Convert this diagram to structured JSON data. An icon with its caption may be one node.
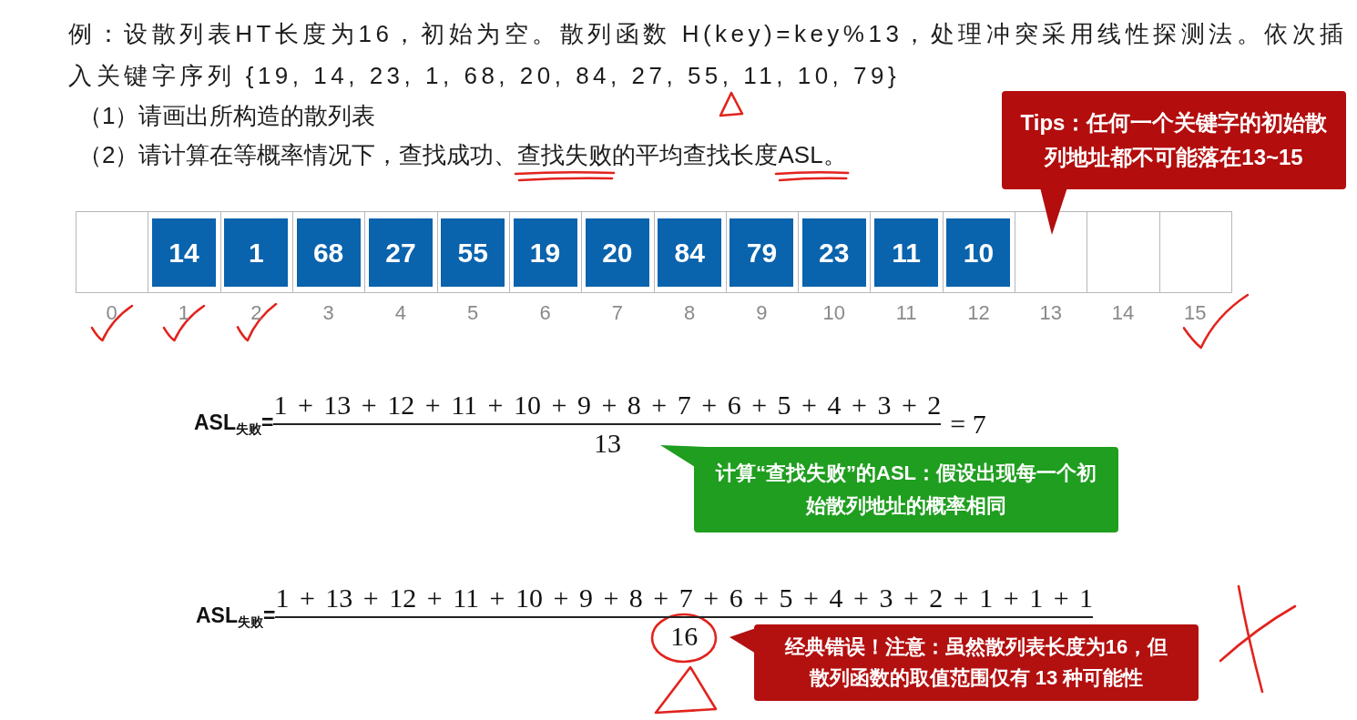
{
  "diagram": {
    "nodes": [
      {
        "text": [
          "Tips：任何一个关键字的初始散列地址都不可能落在13~15"
        ]
      },
      {
        "text": [],
        "shape": "box"
      },
      {
        "text": [],
        "shape": "box"
      },
      {
        "text": [
          "14"
        ],
        "in": 2
      },
      {
        "text": [],
        "shape": "box"
      },
      {
        "text": [
          "1"
        ],
        "in": 4
      },
      {
        "text": [],
        "shape": "box"
      },
      {
        "text": [
          "68"
        ],
        "in": 6
      },
      {
        "text": [],
        "shape": "box"
      },
      {
        "text": [
          "27"
        ],
        "in": 8
      },
      {
        "text": [],
        "shape": "box"
      },
      {
        "text": [
          "55"
        ],
        "in": 10
      },
      {
        "text": [],
        "shape": "box"
      },
      {
        "text": [
          "19"
        ],
        "in": 12
      },
      {
        "text": [],
        "shape": "box"
      },
      {
        "text": [
          "20"
        ],
        "in": 14
      },
      {
        "text": [],
        "shape": "box"
      },
      {
        "text": [
          "84"
        ],
        "in": 16
      },
      {
        "text": [],
        "shape": "box"
      },
      {
        "text": [
          "79"
        ],
        "in": 18
      },
      {
        "text": [],
        "shape": "box"
      },
      {
        "text": [
          "23"
        ],
        "in": 20
      },
      {
        "text": [],
        "shape": "box"
      },
      {
        "text": [
          "11"
        ],
        "in": 22
      },
      {
        "text": [],
        "shape": "box"
      },
      {
        "text": [
          "10"
        ],
        "in": 24
      },
      {
        "text": [],
        "shape": "box"
      },
      {
        "text": [],
        "shape": "box"
      },
      {
        "text": [],
        "shape": "box"
      },
      {
        "text": [
          "计算“查找失败”的ASL：假设出现每一个初始散列地址的概率相同"
        ]
      },
      {
        "text": [
          "经典错误！注意：虽然散列表长度为16，但散列函数的取值范围仅有 13 种可能性"
        ]
      }
    ],
    "labels": [
      "例：设散列表HT长度为16，初始为空。散列函数 H(key)=key%13，处理冲突采用线性探测法。依次插入关键字序列 {19, 14, 23, 1, 68, 20, 84, 27, 55, 11, 10, 79}",
      "（1）请画出所构造的散列表",
      "（2）请计算在等概率情况下，查找成功、查找失败的平均查找长度ASL。",
      "0",
      "1",
      "2",
      "3",
      "4",
      "5",
      "6",
      "7",
      "8",
      "9",
      "10",
      "11",
      "12",
      "13",
      "14",
      "15",
      "ASL$_{失败}$=",
      "1 + 13 + 12 + 11 + 10 + 9 + 8 + 7 + 6 + 5 + 4 + 3 + 2",
      "13",
      "= 7",
      "ASL$_{失败}$=",
      "1 + 13 + 12 + 11 + 10 + 9 + 8 + 7 + 6 + 5 + 4 + 3 + 2 + 1 + 1 + 1",
      "16"
    ]
  }
}
